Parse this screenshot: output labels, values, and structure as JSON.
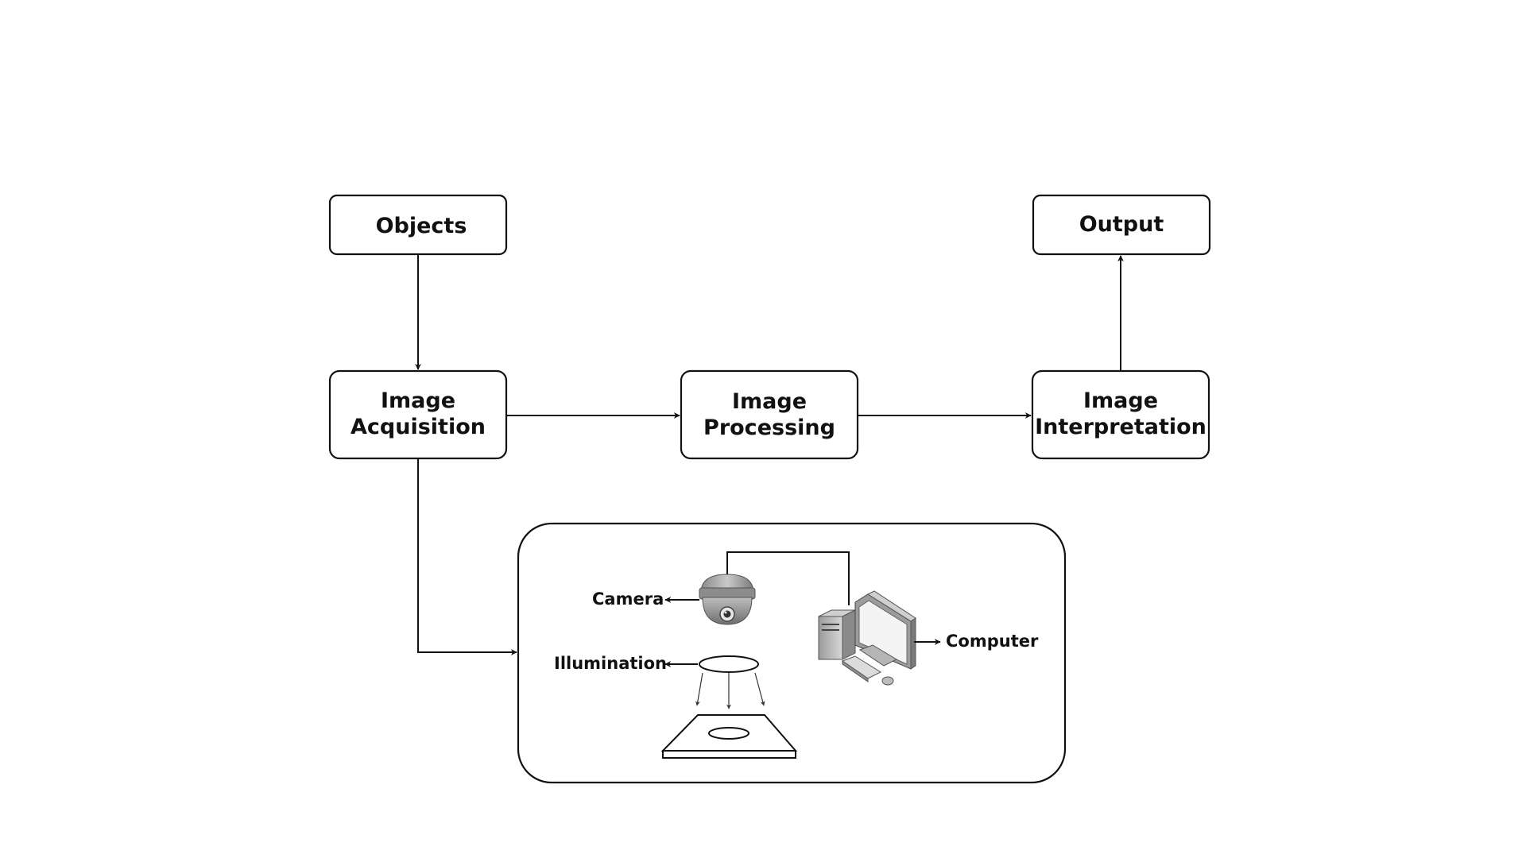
{
  "nodes": {
    "objects": {
      "label": "Objects"
    },
    "output": {
      "label": "Output"
    },
    "image_acquisition": {
      "line1": "Image",
      "line2": "Acquisition"
    },
    "image_processing": {
      "line1": "Image",
      "line2": "Processing"
    },
    "image_interpretation": {
      "line1": "Image",
      "line2": "Interpretation"
    }
  },
  "setup": {
    "camera_label": "Camera",
    "illumination_label": "Illumination",
    "computer_label": "Computer"
  },
  "icons": [
    "dome-camera-icon",
    "computer-icon",
    "illumination-ring-icon",
    "work-platform-icon"
  ]
}
